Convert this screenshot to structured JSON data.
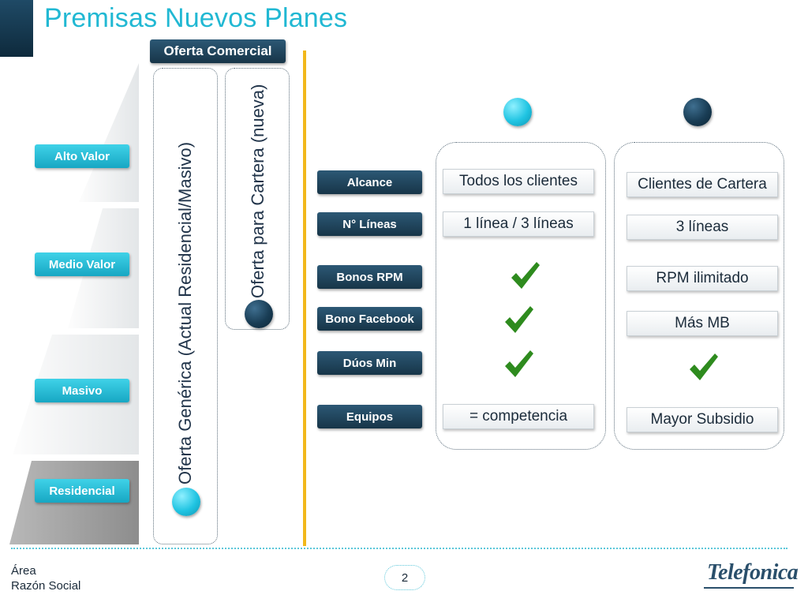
{
  "title": "Premisas Nuevos Planes",
  "oferta_header": "Oferta Comercial",
  "segments": [
    {
      "label": "Alto Valor"
    },
    {
      "label": "Medio Valor"
    },
    {
      "label": "Masivo"
    },
    {
      "label": "Residencial"
    }
  ],
  "columns": {
    "generic": "Oferta Genérica (Actual Residencial/Masivo)",
    "cartera": "Oferta para Cartera (nueva)"
  },
  "rows": [
    {
      "label": "Alcance"
    },
    {
      "label": "N° Líneas"
    },
    {
      "label": "Bonos RPM"
    },
    {
      "label": "Bono Facebook"
    },
    {
      "label": "Dúos Min"
    },
    {
      "label": "Equipos"
    }
  ],
  "generic_values": {
    "alcance": "Todos los clientes",
    "lineas": "1 línea / 3 líneas",
    "equipos": "= competencia"
  },
  "cartera_values": {
    "alcance": "Clientes de Cartera",
    "lineas": "3 líneas",
    "rpm": "RPM ilimitado",
    "facebook": "Más MB",
    "equipos": "Mayor Subsidio"
  },
  "icons": {
    "check": "check-icon",
    "generic_marker": "cyan-circle",
    "cartera_marker": "dark-circle"
  },
  "colors": {
    "accent_cyan": "#21b8d3",
    "dark_blue": "#173548",
    "yellow_bar": "#f2b81b",
    "check_green": "#2e8b1e"
  },
  "footer": {
    "area": "Área",
    "razon": "Razón Social",
    "page": "2",
    "logo": "Telefonica"
  }
}
